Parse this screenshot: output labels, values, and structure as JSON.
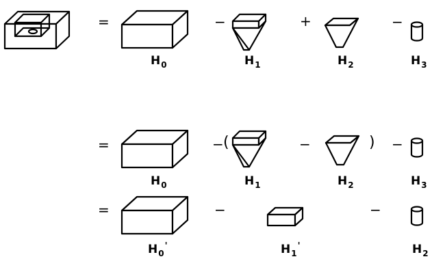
{
  "operators": {
    "eq": "=",
    "minus": "−",
    "plus": "+",
    "lparen": "(",
    "rparen": ")"
  },
  "labels": {
    "H0": {
      "base": "H",
      "sub": "0"
    },
    "H1": {
      "base": "H",
      "sub": "1"
    },
    "H2": {
      "base": "H",
      "sub": "2"
    },
    "H3": {
      "base": "H",
      "sub": "3"
    },
    "H0p": {
      "base": "H",
      "sub": "0",
      "prime": "'"
    },
    "H1p": {
      "base": "H",
      "sub": "1",
      "prime": "'"
    },
    "H2_row3": {
      "base": "H",
      "sub": "2"
    }
  },
  "shapes": {
    "part": "slotted-part-with-hole",
    "box": "rectangular-block",
    "truncated_cone_with_cap": "truncated-cone-with-box-cap",
    "truncated_cone": "truncated-cone",
    "cylinder": "small-cylinder",
    "flat_box": "flat-block"
  }
}
